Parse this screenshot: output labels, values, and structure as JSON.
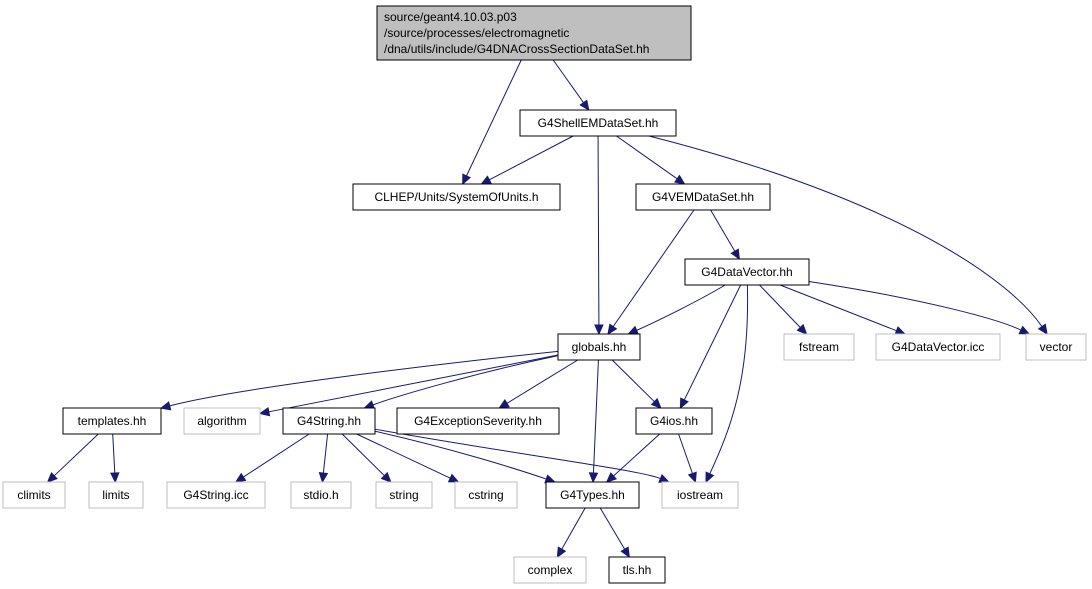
{
  "graph": {
    "nodes": [
      {
        "id": "main",
        "kind": "main",
        "lines": [
          "source/geant4.10.03.p03",
          "/source/processes/electromagnetic",
          "/dna/utils/include/G4DNACrossSectionDataSet.hh"
        ]
      },
      {
        "id": "shell",
        "kind": "local",
        "lines": [
          "G4ShellEMDataSet.hh"
        ]
      },
      {
        "id": "clhep",
        "kind": "local",
        "lines": [
          "CLHEP/Units/SystemOfUnits.h"
        ]
      },
      {
        "id": "vem",
        "kind": "local",
        "lines": [
          "G4VEMDataSet.hh"
        ]
      },
      {
        "id": "dvec",
        "kind": "local",
        "lines": [
          "G4DataVector.hh"
        ]
      },
      {
        "id": "globals",
        "kind": "local",
        "lines": [
          "globals.hh"
        ]
      },
      {
        "id": "fstream",
        "kind": "ext",
        "lines": [
          "fstream"
        ]
      },
      {
        "id": "dvecicc",
        "kind": "ext",
        "lines": [
          "G4DataVector.icc"
        ]
      },
      {
        "id": "vector",
        "kind": "ext",
        "lines": [
          "vector"
        ]
      },
      {
        "id": "templates",
        "kind": "local",
        "lines": [
          "templates.hh"
        ]
      },
      {
        "id": "algorithm",
        "kind": "ext",
        "lines": [
          "algorithm"
        ]
      },
      {
        "id": "g4string",
        "kind": "local",
        "lines": [
          "G4String.hh"
        ]
      },
      {
        "id": "g4exc",
        "kind": "local",
        "lines": [
          "G4ExceptionSeverity.hh"
        ]
      },
      {
        "id": "g4ios",
        "kind": "local",
        "lines": [
          "G4ios.hh"
        ]
      },
      {
        "id": "climits",
        "kind": "ext",
        "lines": [
          "climits"
        ]
      },
      {
        "id": "limits",
        "kind": "ext",
        "lines": [
          "limits"
        ]
      },
      {
        "id": "g4stringicc",
        "kind": "ext",
        "lines": [
          "G4String.icc"
        ]
      },
      {
        "id": "stdio",
        "kind": "ext",
        "lines": [
          "stdio.h"
        ]
      },
      {
        "id": "string",
        "kind": "ext",
        "lines": [
          "string"
        ]
      },
      {
        "id": "cstring",
        "kind": "ext",
        "lines": [
          "cstring"
        ]
      },
      {
        "id": "g4types",
        "kind": "local",
        "lines": [
          "G4Types.hh"
        ]
      },
      {
        "id": "iostream",
        "kind": "ext",
        "lines": [
          "iostream"
        ]
      },
      {
        "id": "complex",
        "kind": "ext",
        "lines": [
          "complex"
        ]
      },
      {
        "id": "tls",
        "kind": "local",
        "lines": [
          "tls.hh"
        ]
      }
    ],
    "edges": [
      {
        "from": "main",
        "to": "clhep"
      },
      {
        "from": "main",
        "to": "shell"
      },
      {
        "from": "shell",
        "to": "clhep"
      },
      {
        "from": "shell",
        "to": "globals"
      },
      {
        "from": "shell",
        "to": "vem"
      },
      {
        "from": "shell",
        "to": "vector"
      },
      {
        "from": "vem",
        "to": "globals"
      },
      {
        "from": "vem",
        "to": "dvec"
      },
      {
        "from": "dvec",
        "to": "globals"
      },
      {
        "from": "dvec",
        "to": "fstream"
      },
      {
        "from": "dvec",
        "to": "dvecicc"
      },
      {
        "from": "dvec",
        "to": "vector"
      },
      {
        "from": "dvec",
        "to": "g4ios"
      },
      {
        "from": "dvec",
        "to": "iostream"
      },
      {
        "from": "globals",
        "to": "templates"
      },
      {
        "from": "globals",
        "to": "algorithm"
      },
      {
        "from": "globals",
        "to": "g4string"
      },
      {
        "from": "globals",
        "to": "g4exc"
      },
      {
        "from": "globals",
        "to": "g4ios"
      },
      {
        "from": "globals",
        "to": "g4types"
      },
      {
        "from": "templates",
        "to": "climits"
      },
      {
        "from": "templates",
        "to": "limits"
      },
      {
        "from": "g4string",
        "to": "g4stringicc"
      },
      {
        "from": "g4string",
        "to": "stdio"
      },
      {
        "from": "g4string",
        "to": "string"
      },
      {
        "from": "g4string",
        "to": "cstring"
      },
      {
        "from": "g4string",
        "to": "g4types"
      },
      {
        "from": "g4string",
        "to": "iostream"
      },
      {
        "from": "g4ios",
        "to": "g4types"
      },
      {
        "from": "g4ios",
        "to": "iostream"
      },
      {
        "from": "g4types",
        "to": "complex"
      },
      {
        "from": "g4types",
        "to": "tls"
      }
    ]
  }
}
